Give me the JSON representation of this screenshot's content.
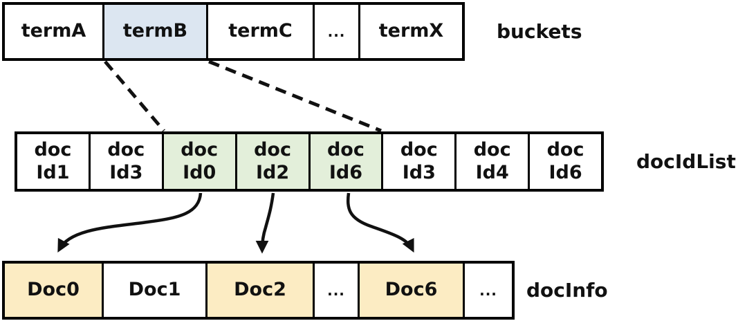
{
  "colors": {
    "highlight_blue": "#dce6f1",
    "highlight_green": "#e3efda",
    "highlight_yellow": "#fcecc3",
    "border": "#000000",
    "line": "#111111"
  },
  "buckets": {
    "label": "buckets",
    "cells": [
      {
        "text": "termA"
      },
      {
        "text": "termB"
      },
      {
        "text": "termC"
      },
      {
        "text": "..."
      },
      {
        "text": "termX"
      }
    ]
  },
  "docIdList": {
    "label": "docIdList",
    "cells": [
      {
        "line1": "doc",
        "line2": "Id1"
      },
      {
        "line1": "doc",
        "line2": "Id3"
      },
      {
        "line1": "doc",
        "line2": "Id0"
      },
      {
        "line1": "doc",
        "line2": "Id2"
      },
      {
        "line1": "doc",
        "line2": "Id6"
      },
      {
        "line1": "doc",
        "line2": "Id3"
      },
      {
        "line1": "doc",
        "line2": "Id4"
      },
      {
        "line1": "doc",
        "line2": "Id6"
      }
    ]
  },
  "docInfo": {
    "label": "docInfo",
    "cells": [
      {
        "text": "Doc0"
      },
      {
        "text": "Doc1"
      },
      {
        "text": "Doc2"
      },
      {
        "text": "..."
      },
      {
        "text": "Doc6"
      },
      {
        "text": "..."
      }
    ]
  }
}
